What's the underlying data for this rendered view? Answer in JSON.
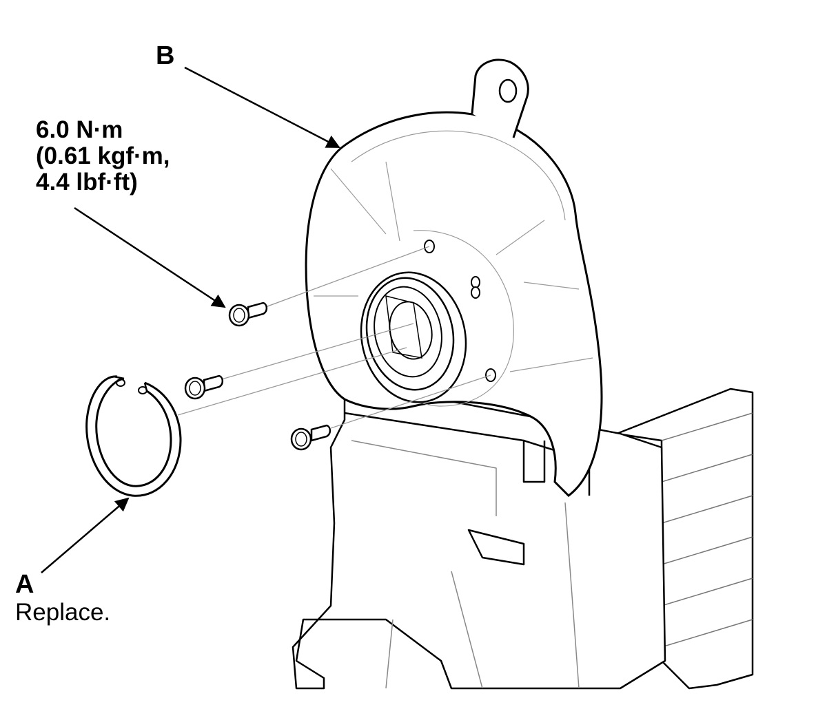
{
  "callouts": {
    "b": {
      "letter": "B"
    },
    "a": {
      "letter": "A",
      "note": "Replace."
    },
    "torque": {
      "line1": "6.0 N·m",
      "line2": "(0.61 kgf·m,",
      "line3": "4.4 lbf·ft)"
    }
  },
  "colors": {
    "outline": "#000000",
    "thin_line": "#9a9a9a",
    "background": "#ffffff"
  }
}
